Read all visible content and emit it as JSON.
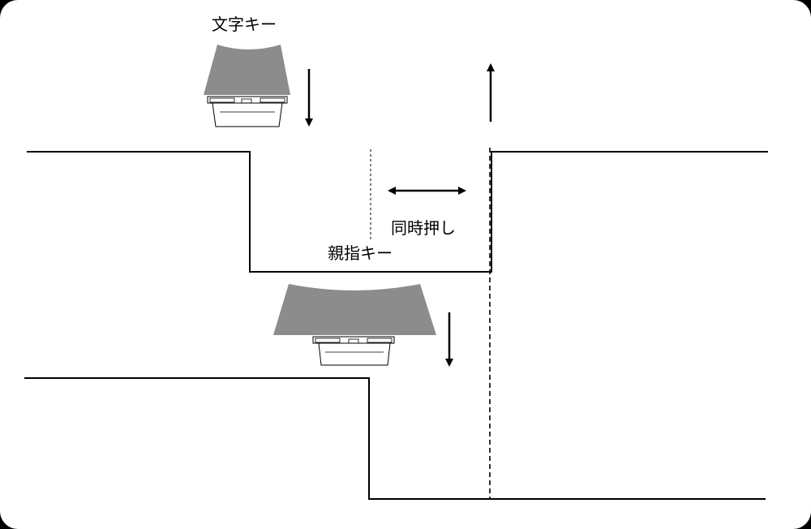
{
  "labels": {
    "character_key": "文字キー",
    "thumb_key": "親指キー",
    "simultaneous_press": "同時押し"
  },
  "colors": {
    "background": "#ffffff",
    "keycap": "#8c8c8c",
    "line": "#000000"
  }
}
